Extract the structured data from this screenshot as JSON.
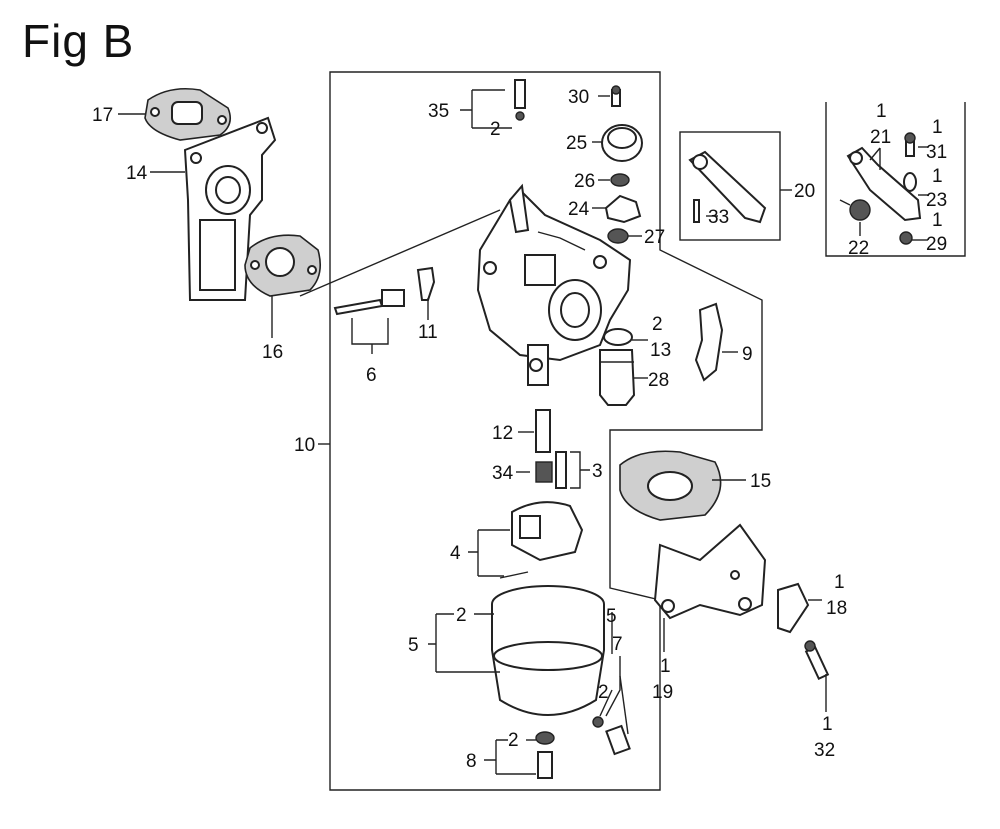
{
  "figure": {
    "title": "Fig B"
  },
  "labels": {
    "l17": "17",
    "l14": "14",
    "l16": "16",
    "l6": "6",
    "l11": "11",
    "l10": "10",
    "l35": "35",
    "l35q": "2",
    "l30": "30",
    "l25": "25",
    "l26": "26",
    "l24": "24",
    "l27": "27",
    "l20": "20",
    "l33": "33",
    "r21q": "1",
    "r21": "21",
    "r31q": "1",
    "r31": "31",
    "r23q": "1",
    "r23": "23",
    "r22": "22",
    "r29q": "1",
    "r29": "29",
    "l13q": "2",
    "l13": "13",
    "l28": "28",
    "l9": "9",
    "l12": "12",
    "l34": "34",
    "l3": "3",
    "l15": "15",
    "l4": "4",
    "l5": "5",
    "l5q": "2",
    "l5b": "5",
    "l7": "7",
    "l7q": "2",
    "l8": "8",
    "l8q": "2",
    "l18q": "1",
    "l18": "18",
    "l19q": "1",
    "l19": "19",
    "l32q": "1",
    "l32": "32"
  }
}
